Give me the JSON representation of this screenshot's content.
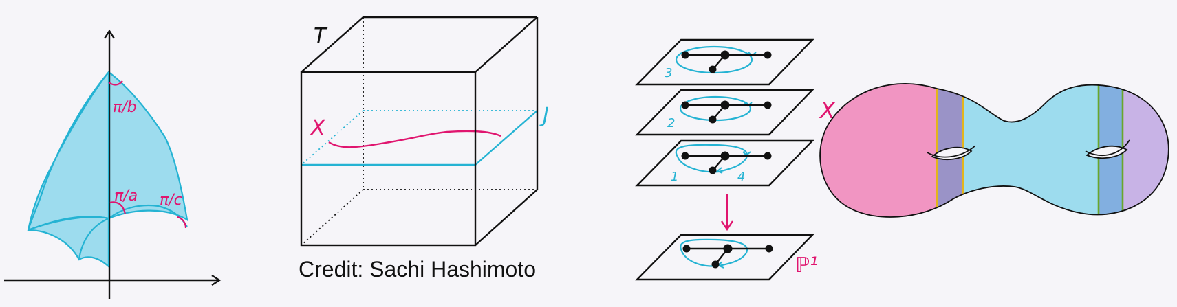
{
  "colors": {
    "background": "#f6f5f9",
    "ink": "#111111",
    "cyan": "#25b3d3",
    "cyan_fill": "#9ddcee",
    "magenta": "#e0156f",
    "pink_fill": "#f195c2",
    "lavender_fill": "#c8b3e6",
    "band_left_fill": "#9a93c7",
    "band_left_edge": "#e3b51c",
    "band_right_fill": "#82afe0",
    "band_right_edge": "#6aa62c"
  },
  "triangle_panel": {
    "angle_b": "π/b",
    "angle_a": "π/a",
    "angle_c": "π/c"
  },
  "cube_panel": {
    "label_T": "T",
    "label_J": "J",
    "label_X": "X",
    "credit": "Credit: Sachi Hashimoto"
  },
  "stack_panel": {
    "layer_numbers": [
      "3",
      "2",
      "1",
      "4"
    ],
    "label_X": "X",
    "label_P1": "ℙ¹"
  },
  "surface_panel": {
    "icons": [
      "genus-two-surface-icon"
    ]
  }
}
